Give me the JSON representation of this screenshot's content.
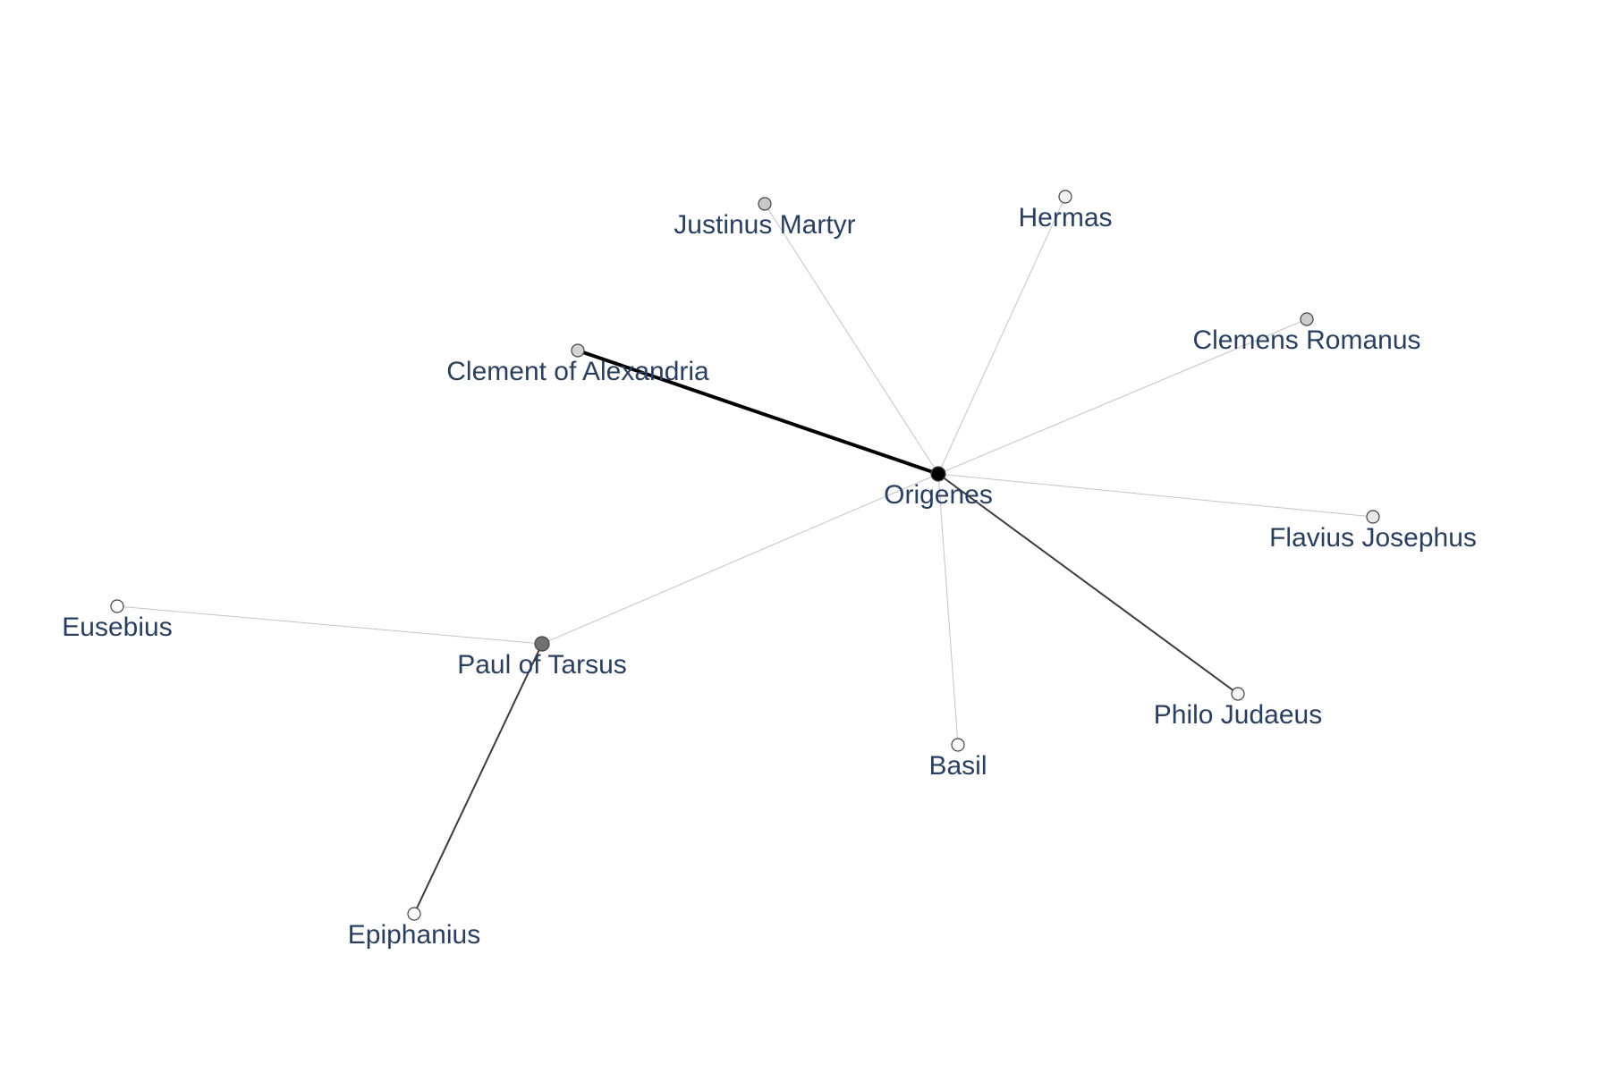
{
  "diagram": {
    "type": "network-graph",
    "nodes": [
      {
        "id": "origenes",
        "label": "Origenes",
        "fill": "#000000"
      },
      {
        "id": "clement",
        "label": "Clement of Alexandria",
        "fill": "#d3d3d3"
      },
      {
        "id": "justinus",
        "label": "Justinus Martyr",
        "fill": "#c8c8c8"
      },
      {
        "id": "hermas",
        "label": "Hermas",
        "fill": "#f0f0f0"
      },
      {
        "id": "clemens",
        "label": "Clemens Romanus",
        "fill": "#cccccc"
      },
      {
        "id": "flavius",
        "label": "Flavius Josephus",
        "fill": "#e8e8e8"
      },
      {
        "id": "philo",
        "label": "Philo Judaeus",
        "fill": "#f5f5f5"
      },
      {
        "id": "basil",
        "label": "Basil",
        "fill": "#ffffff"
      },
      {
        "id": "paul",
        "label": "Paul of Tarsus",
        "fill": "#707070"
      },
      {
        "id": "eusebius",
        "label": "Eusebius",
        "fill": "#ffffff"
      },
      {
        "id": "epiphanius",
        "label": "Epiphanius",
        "fill": "#ffffff"
      }
    ],
    "edges": [
      {
        "source": "origenes",
        "target": "clement",
        "weight": "strong",
        "color": "#000000"
      },
      {
        "source": "origenes",
        "target": "philo",
        "weight": "medium",
        "color": "#3c3c3c"
      },
      {
        "source": "origenes",
        "target": "justinus",
        "weight": "weak",
        "color": "#c4c4c4"
      },
      {
        "source": "origenes",
        "target": "hermas",
        "weight": "weak",
        "color": "#c4c4c4"
      },
      {
        "source": "origenes",
        "target": "clemens",
        "weight": "weak",
        "color": "#c4c4c4"
      },
      {
        "source": "origenes",
        "target": "flavius",
        "weight": "weak",
        "color": "#c4c4c4"
      },
      {
        "source": "origenes",
        "target": "basil",
        "weight": "weak",
        "color": "#c4c4c4"
      },
      {
        "source": "origenes",
        "target": "paul",
        "weight": "weak",
        "color": "#c4c4c4"
      },
      {
        "source": "paul",
        "target": "eusebius",
        "weight": "weak",
        "color": "#c4c4c4"
      },
      {
        "source": "paul",
        "target": "epiphanius",
        "weight": "medium",
        "color": "#3c3c3c"
      }
    ],
    "label_color": "#2a3f5f",
    "node_stroke": "#444444"
  }
}
